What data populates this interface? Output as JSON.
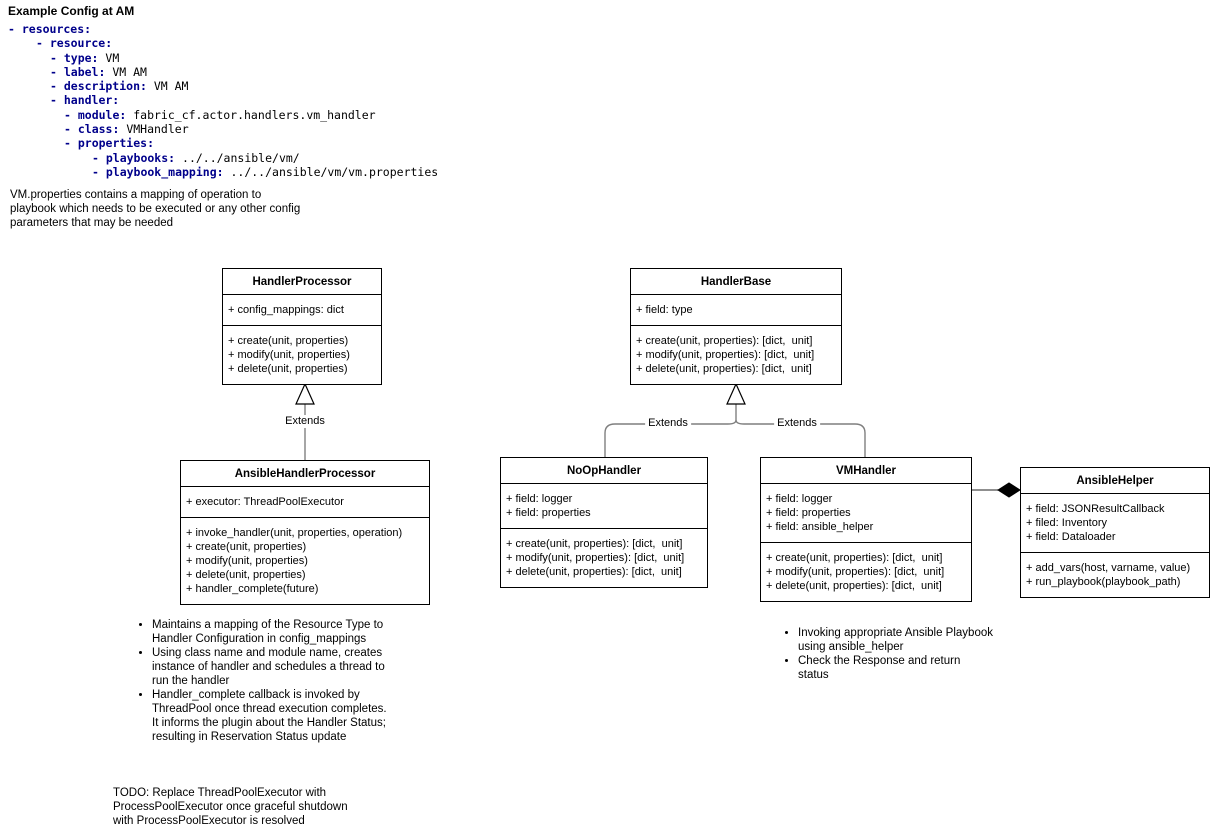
{
  "page": {
    "title": "Example Config at AM"
  },
  "config": {
    "lines": [
      {
        "indent": 0,
        "key": "resources",
        "value": ""
      },
      {
        "indent": 1,
        "key": "resource",
        "value": ""
      },
      {
        "indent": 2,
        "key": "type",
        "value": "VM"
      },
      {
        "indent": 2,
        "key": "label",
        "value": "VM AM"
      },
      {
        "indent": 2,
        "key": "description",
        "value": "VM AM"
      },
      {
        "indent": 2,
        "key": "handler",
        "value": ""
      },
      {
        "indent": 3,
        "key": "module",
        "value": "fabric_cf.actor.handlers.vm_handler"
      },
      {
        "indent": 3,
        "key": "class",
        "value": "VMHandler"
      },
      {
        "indent": 3,
        "key": "properties",
        "value": ""
      },
      {
        "indent": 4,
        "key": "playbooks",
        "value": "../../ansible/vm/"
      },
      {
        "indent": 4,
        "key": "playbook_mapping",
        "value": "../../ansible/vm/vm.properties"
      }
    ]
  },
  "description_note": "VM.properties contains a mapping of operation to playbook which needs to be executed or any other config parameters that may be needed",
  "classes": {
    "handler_processor": {
      "title": "HandlerProcessor",
      "attributes": [
        "+ config_mappings: dict"
      ],
      "methods": [
        "+ create(unit, properties)",
        "+ modify(unit, properties)",
        "+ delete(unit, properties)"
      ]
    },
    "handler_base": {
      "title": "HandlerBase",
      "attributes": [
        "+ field: type"
      ],
      "methods": [
        "+ create(unit, properties): [dict,  unit]",
        "+ modify(unit, properties): [dict,  unit]",
        "+ delete(unit, properties): [dict,  unit]"
      ]
    },
    "ansible_handler_processor": {
      "title": "AnsibleHandlerProcessor",
      "attributes": [
        "+ executor: ThreadPoolExecutor"
      ],
      "methods": [
        "+ invoke_handler(unit, properties, operation)",
        "+ create(unit, properties)",
        "+ modify(unit, properties)",
        "+ delete(unit, properties)",
        "+ handler_complete(future)"
      ]
    },
    "noop_handler": {
      "title": "NoOpHandler",
      "attributes": [
        "+ field: logger",
        "+ field: properties"
      ],
      "methods": [
        "+ create(unit, properties): [dict,  unit]",
        "+ modify(unit, properties): [dict,  unit]",
        "+ delete(unit, properties): [dict,  unit]"
      ]
    },
    "vm_handler": {
      "title": "VMHandler",
      "attributes": [
        "+ field: logger",
        "+ field: properties",
        "+ field: ansible_helper"
      ],
      "methods": [
        "+ create(unit, properties): [dict,  unit]",
        "+ modify(unit, properties): [dict,  unit]",
        "+ delete(unit, properties): [dict,  unit]"
      ]
    },
    "ansible_helper": {
      "title": "AnsibleHelper",
      "attributes": [
        "+ field: JSONResultCallback",
        "+ filed: Inventory",
        "+ field: Dataloader"
      ],
      "methods": [
        "+ add_vars(host, varname, value)",
        "+ run_playbook(playbook_path)"
      ]
    }
  },
  "relationships": {
    "extends_label": "Extends"
  },
  "notes": {
    "ansible_handler_processor_items": [
      "Maintains a mapping of the Resource Type to Handler Configuration in config_mappings",
      "Using class name and module name, creates instance of handler and schedules a thread to run the handler",
      "Handler_complete callback is invoked by ThreadPool once thread execution completes. It informs the plugin about the Handler Status; resulting in Reservation Status update"
    ],
    "vm_handler_items": [
      "Invoking appropriate Ansible Playbook using ansible_helper",
      "Check the Response and return status"
    ],
    "todo": "TODO: Replace ThreadPoolExecutor with ProcessPoolExecutor once graceful shutdown with ProcessPoolExecutor is resolved"
  },
  "colors": {
    "config_key": "#00008B",
    "connector_line": "#7f7f7f",
    "box_border": "#000000",
    "background": "#ffffff"
  }
}
